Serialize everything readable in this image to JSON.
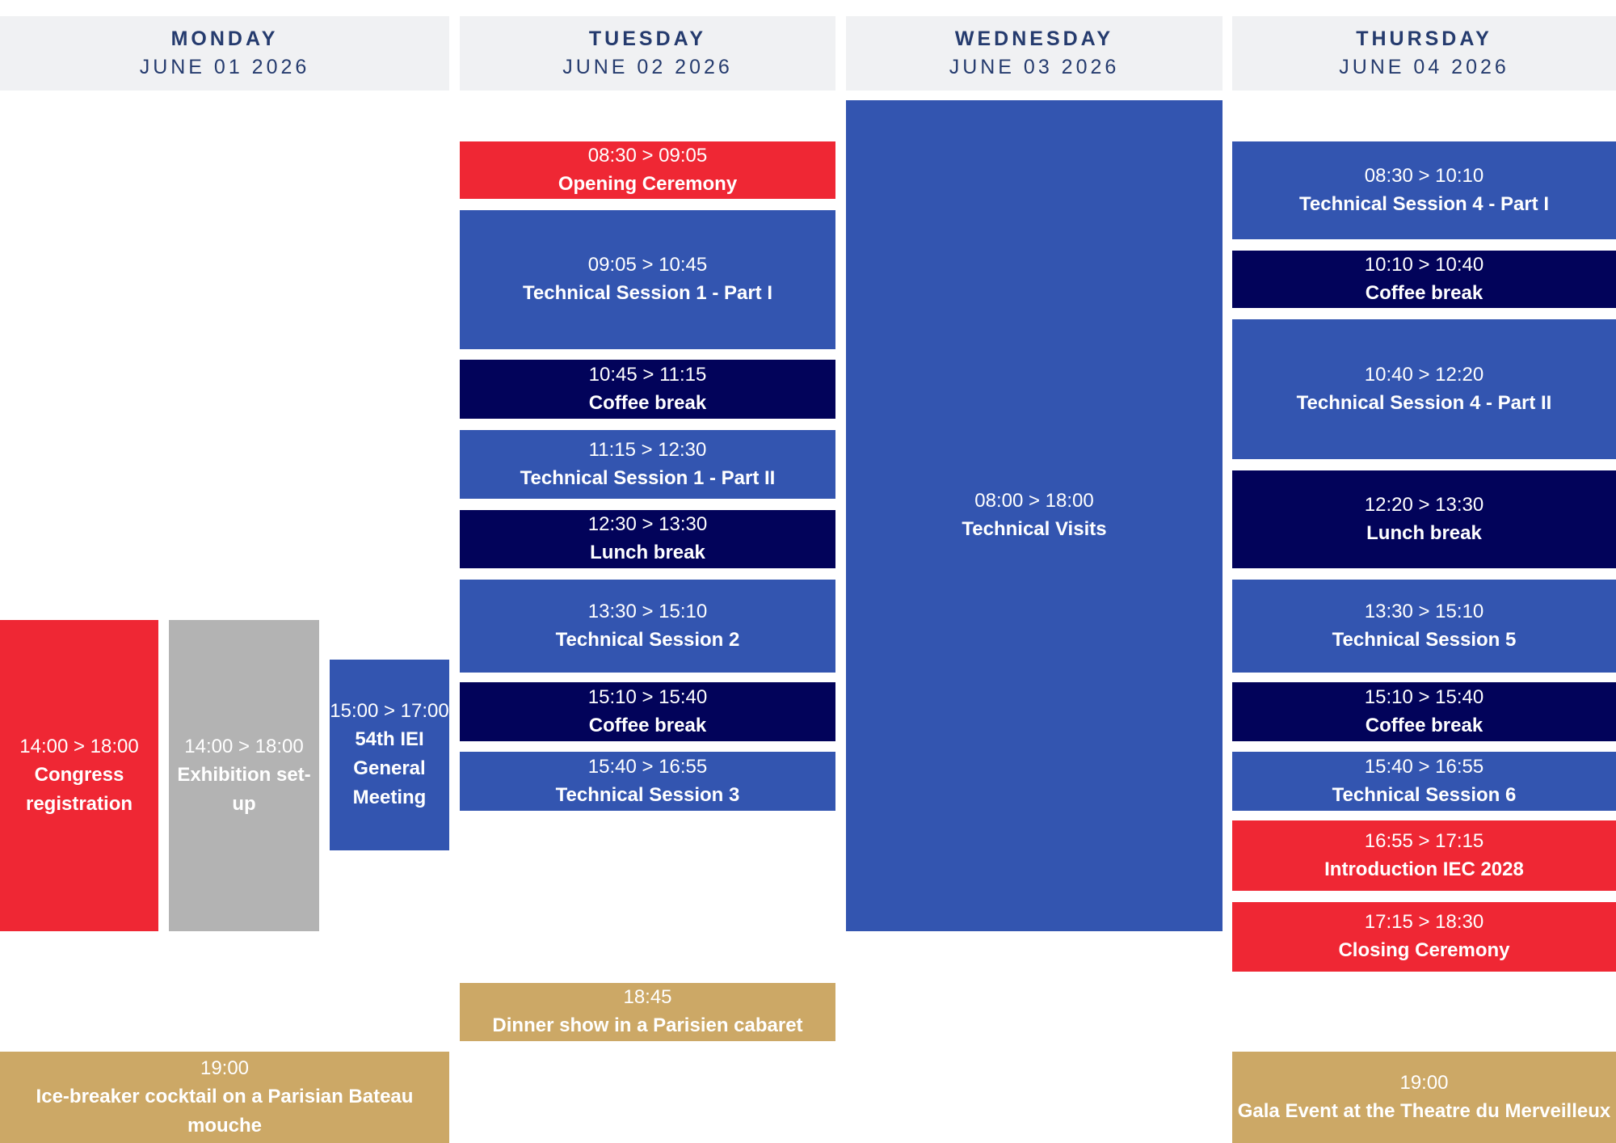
{
  "colors": {
    "red": "#ef2734",
    "blue": "#3355b0",
    "navy": "#02035a",
    "gray": "#b3b3b3",
    "gold": "#cca866",
    "header_bg": "#f0f1f3",
    "header_text": "#253b6e"
  },
  "days": [
    {
      "day": "MONDAY",
      "date": "JUNE 01 2026"
    },
    {
      "day": "TUESDAY",
      "date": "JUNE 02 2026"
    },
    {
      "day": "WEDNESDAY",
      "date": "JUNE 03 2026"
    },
    {
      "day": "THURSDAY",
      "date": "JUNE 04 2026"
    }
  ],
  "monday": [
    {
      "time": "14:00 > 18:00",
      "title": "Congress registration"
    },
    {
      "time": "14:00 > 18:00",
      "title": "Exhibition set-up"
    },
    {
      "time": "15:00 > 17:00",
      "title": "54th IEI General Meeting"
    },
    {
      "time": "19:00",
      "title": "Ice-breaker cocktail on a Parisian Bateau mouche"
    }
  ],
  "tuesday": [
    {
      "time": "08:30 > 09:05",
      "title": "Opening Ceremony"
    },
    {
      "time": "09:05 > 10:45",
      "title": "Technical Session 1 - Part I"
    },
    {
      "time": "10:45 > 11:15",
      "title": "Coffee break"
    },
    {
      "time": "11:15 > 12:30",
      "title": "Technical Session 1 - Part II"
    },
    {
      "time": "12:30 > 13:30",
      "title": "Lunch break"
    },
    {
      "time": "13:30 > 15:10",
      "title": "Technical Session 2"
    },
    {
      "time": "15:10 > 15:40",
      "title": "Coffee break"
    },
    {
      "time": "15:40 > 16:55",
      "title": "Technical Session 3"
    },
    {
      "time": "18:45",
      "title": "Dinner show in a Parisien cabaret"
    }
  ],
  "wednesday": [
    {
      "time": "08:00 > 18:00",
      "title": "Technical Visits"
    }
  ],
  "thursday": [
    {
      "time": "08:30 > 10:10",
      "title": "Technical Session 4 - Part I"
    },
    {
      "time": "10:10 > 10:40",
      "title": "Coffee break"
    },
    {
      "time": "10:40 > 12:20",
      "title": "Technical Session 4 - Part II"
    },
    {
      "time": "12:20 > 13:30",
      "title": "Lunch break"
    },
    {
      "time": "13:30 > 15:10",
      "title": "Technical Session 5"
    },
    {
      "time": "15:10 > 15:40",
      "title": "Coffee break"
    },
    {
      "time": "15:40 > 16:55",
      "title": "Technical Session 6"
    },
    {
      "time": "16:55 > 17:15",
      "title": "Introduction IEC 2028"
    },
    {
      "time": "17:15 > 18:30",
      "title": "Closing Ceremony"
    },
    {
      "time": "19:00",
      "title": "Gala Event at the Theatre du Merveilleux"
    }
  ]
}
